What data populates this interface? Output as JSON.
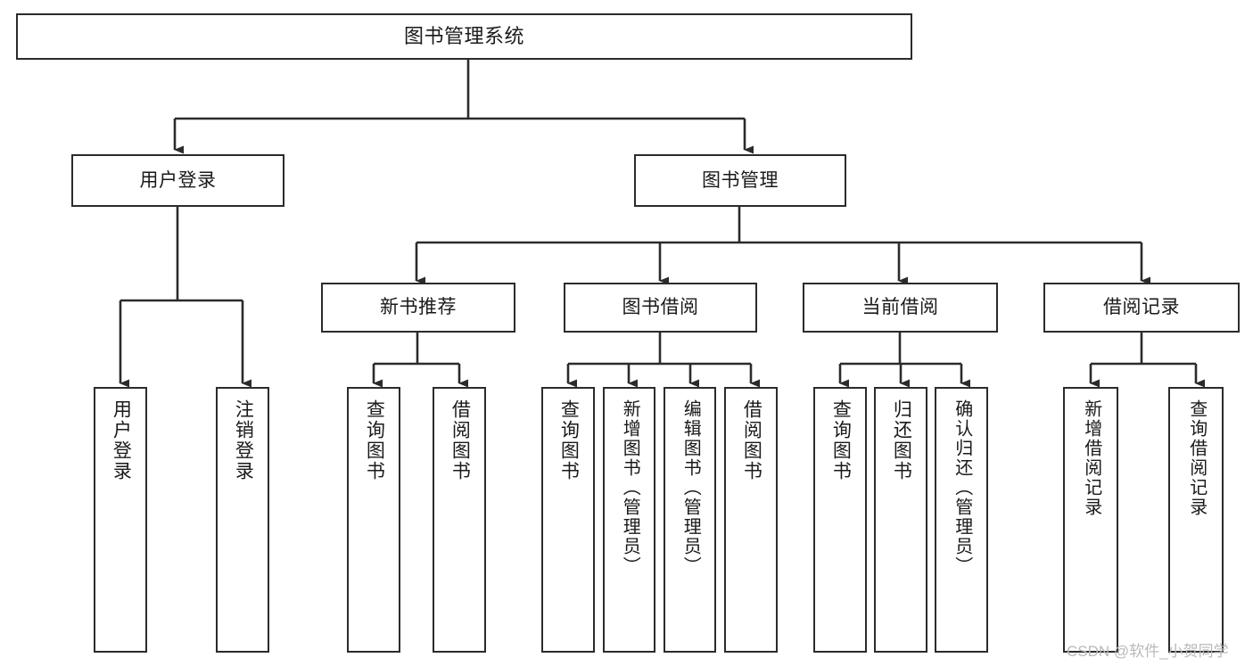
{
  "diagram": {
    "type": "tree",
    "title": "图书管理系统",
    "colors": {
      "stroke": "#2b2b2b",
      "fill": "#ffffff",
      "text": "#1a1a1a",
      "watermark": "#b9b9b9"
    },
    "nodes": {
      "root": {
        "label": "图书管理系统"
      },
      "level2": [
        {
          "label": "用户登录"
        },
        {
          "label": "图书管理"
        }
      ],
      "level3": [
        {
          "label": "新书推荐"
        },
        {
          "label": "图书借阅"
        },
        {
          "label": "当前借阅"
        },
        {
          "label": "借阅记录"
        }
      ],
      "leaves": {
        "user_login": [
          {
            "label": "用户登录"
          },
          {
            "label": "注销登录"
          }
        ],
        "new_book": [
          {
            "label": "查询图书"
          },
          {
            "label": "借阅图书"
          }
        ],
        "borrow": [
          {
            "label": "查询图书"
          },
          {
            "label": "新增图书（管理员）"
          },
          {
            "label": "编辑图书（管理员）"
          },
          {
            "label": "借阅图书"
          }
        ],
        "current": [
          {
            "label": "查询图书"
          },
          {
            "label": "归还图书"
          },
          {
            "label": "确认归还（管理员）"
          }
        ],
        "records": [
          {
            "label": "新增借阅记录"
          },
          {
            "label": "查询借阅记录"
          }
        ]
      }
    }
  },
  "watermark": {
    "text": "CSDN @软件_小贺同学"
  }
}
